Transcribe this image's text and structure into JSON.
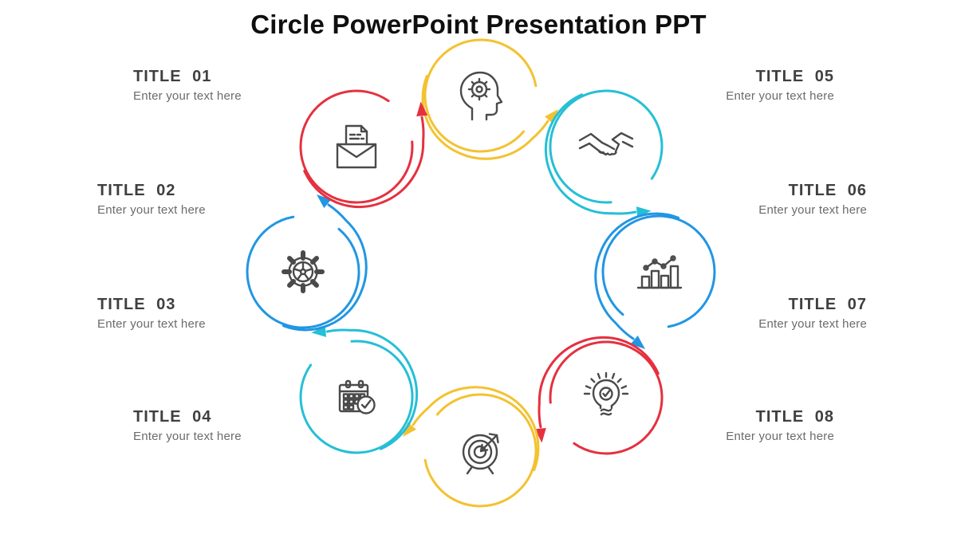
{
  "page": {
    "title": "Circle PowerPoint Presentation PPT"
  },
  "colors": {
    "yellow": "#F3C230",
    "cyan": "#25BFD6",
    "blue": "#2196E3",
    "red": "#E5303F",
    "icon": "#4A4A4A",
    "heading": "#0F0F0F",
    "label_title": "#3F3F3F",
    "label_subtitle": "#6B6B6B",
    "background": "#FFFFFF"
  },
  "labels": {
    "t1": {
      "title": "TITLE 01",
      "subtitle": "Enter your text here"
    },
    "t2": {
      "title": "TITLE 02",
      "subtitle": "Enter your text here"
    },
    "t3": {
      "title": "TITLE 03",
      "subtitle": "Enter your text here"
    },
    "t4": {
      "title": "TITLE 04",
      "subtitle": "Enter your text here"
    },
    "t5": {
      "title": "TITLE 05",
      "subtitle": "Enter your text here"
    },
    "t6": {
      "title": "TITLE 06",
      "subtitle": "Enter your text here"
    },
    "t7": {
      "title": "TITLE 07",
      "subtitle": "Enter your text here"
    },
    "t8": {
      "title": "TITLE 08",
      "subtitle": "Enter your text here"
    }
  },
  "circles": [
    {
      "position": "top",
      "color": "yellow",
      "icon": "mind-gear-icon"
    },
    {
      "position": "top-right",
      "color": "cyan",
      "icon": "handshake-icon"
    },
    {
      "position": "right",
      "color": "blue",
      "icon": "growth-chart-icon"
    },
    {
      "position": "bottom-right",
      "color": "red",
      "icon": "idea-bulb-icon"
    },
    {
      "position": "bottom",
      "color": "yellow",
      "icon": "target-arrow-icon"
    },
    {
      "position": "bottom-left",
      "color": "cyan",
      "icon": "calendar-check-icon"
    },
    {
      "position": "left",
      "color": "blue",
      "icon": "gear-icon"
    },
    {
      "position": "top-left",
      "color": "red",
      "icon": "open-mail-icon"
    }
  ]
}
